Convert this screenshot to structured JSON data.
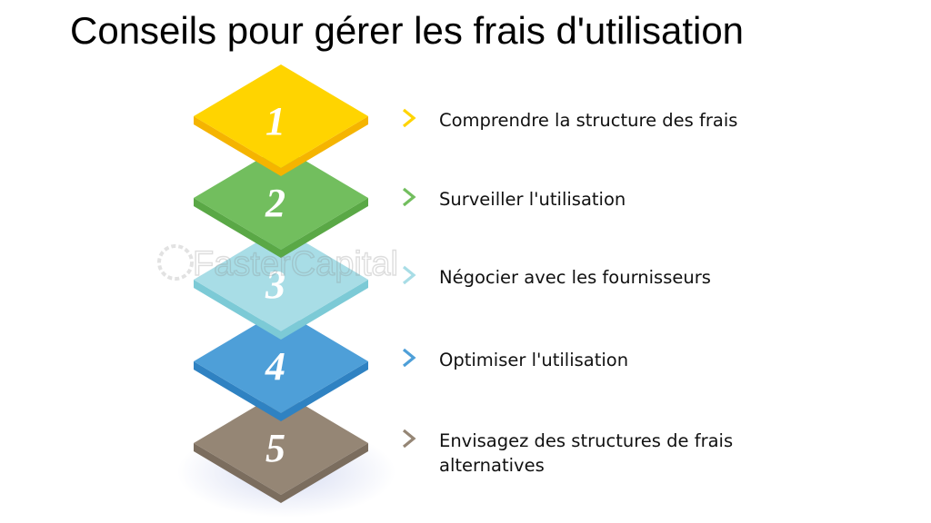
{
  "title": "Conseils pour gérer les frais d'utilisation",
  "watermark": "FasterCapital",
  "steps": [
    {
      "number": "1",
      "label": "Comprendre la structure des frais",
      "color": "#FFD400",
      "side": "#F5B400"
    },
    {
      "number": "2",
      "label": "Surveiller l'utilisation",
      "color": "#72BE5E",
      "side": "#5AA846"
    },
    {
      "number": "3",
      "label": "Négocier avec les fournisseurs",
      "color": "#A8DDE6",
      "side": "#7CCAD6"
    },
    {
      "number": "4",
      "label": "Optimiser l'utilisation",
      "color": "#4E9FD8",
      "side": "#2F82C2"
    },
    {
      "number": "5",
      "label": "Envisagez des structures de frais alternatives",
      "color": "#958675",
      "side": "#7B6D5E"
    }
  ]
}
